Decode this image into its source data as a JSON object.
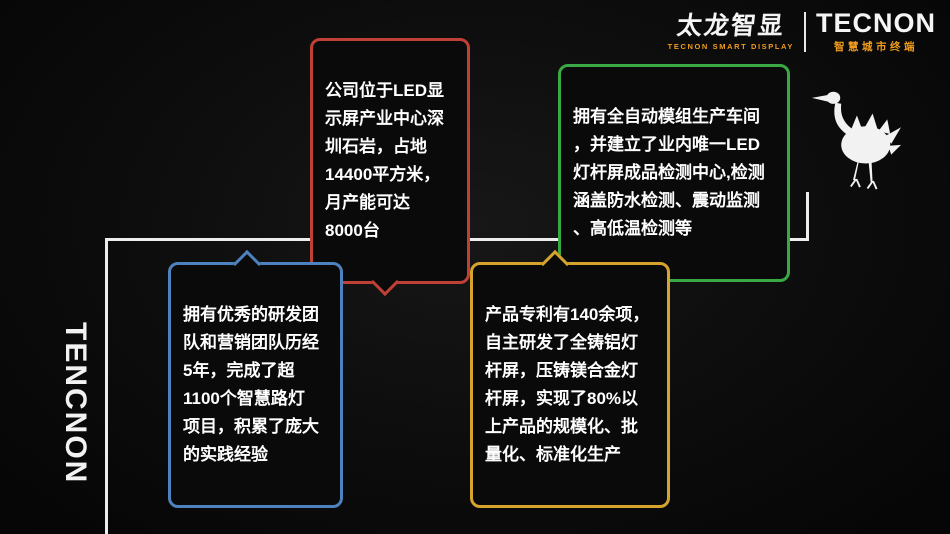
{
  "brand": {
    "cn_name": "太龙智显",
    "cn_tagline": "TECNON SMART DISPLAY",
    "en_name": "TECNON",
    "en_tagline": "智慧城市终端",
    "side_text": "TENCNON",
    "accent_color": "#f09c1e",
    "line_color": "#ededed"
  },
  "callouts": [
    {
      "id": "company-location",
      "border_color": "#bf4036",
      "text": "公司位于LED显\n示屏产业中心深\n圳石岩，占地\n14400平方米，\n月产能可达\n8000台"
    },
    {
      "id": "production-inspection",
      "border_color": "#3aa845",
      "text": "拥有全自动模组生产车间\n，并建立了业内唯一LED\n灯杆屏成品检测中心,检测\n涵盖防水检测、震动监测\n、高低温检测等"
    },
    {
      "id": "rd-team",
      "border_color": "#4d82bf",
      "text": "拥有优秀的研发团\n队和营销团队历经\n5年，完成了超\n1100个智慧路灯\n项目，积累了庞大\n的实践经验"
    },
    {
      "id": "patents",
      "border_color": "#d6a42c",
      "text": "产品专利有140余项，\n自主研发了全铸铝灯\n杆屏，压铸镁合金灯\n杆屏，实现了80%以\n上产品的规模化、批\n量化、标准化生产"
    }
  ],
  "icons": {
    "ostrich": "ostrich-icon"
  }
}
